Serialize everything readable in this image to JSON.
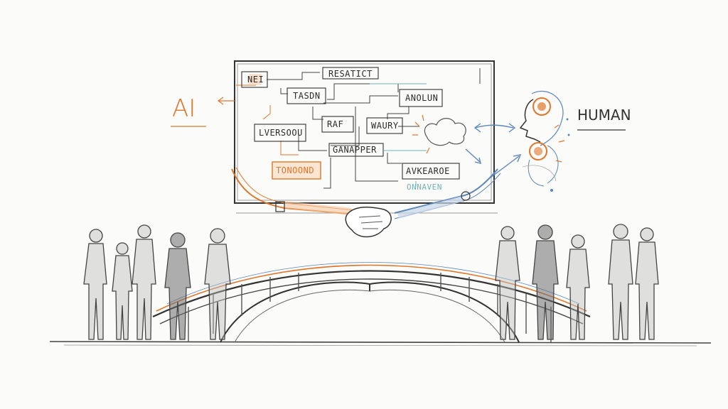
{
  "labels": {
    "ai": "AI",
    "human": "HUMAN"
  },
  "diagram": {
    "boxes": [
      {
        "text": "NEI"
      },
      {
        "text": "RESATICT"
      },
      {
        "text": "TASDN"
      },
      {
        "text": "ANOLUN"
      },
      {
        "text": "RAF"
      },
      {
        "text": "WAURY"
      },
      {
        "text": "LVERSOOU"
      },
      {
        "text": "GANAPPER"
      },
      {
        "text": "TONOOND"
      },
      {
        "text": "AVKEAROE"
      }
    ],
    "caption": "ONNAVEN"
  },
  "colors": {
    "accent_orange": "#e0762a",
    "accent_blue": "#5a86b8",
    "accent_teal": "#6fb3b8",
    "pencil": "#333333"
  }
}
